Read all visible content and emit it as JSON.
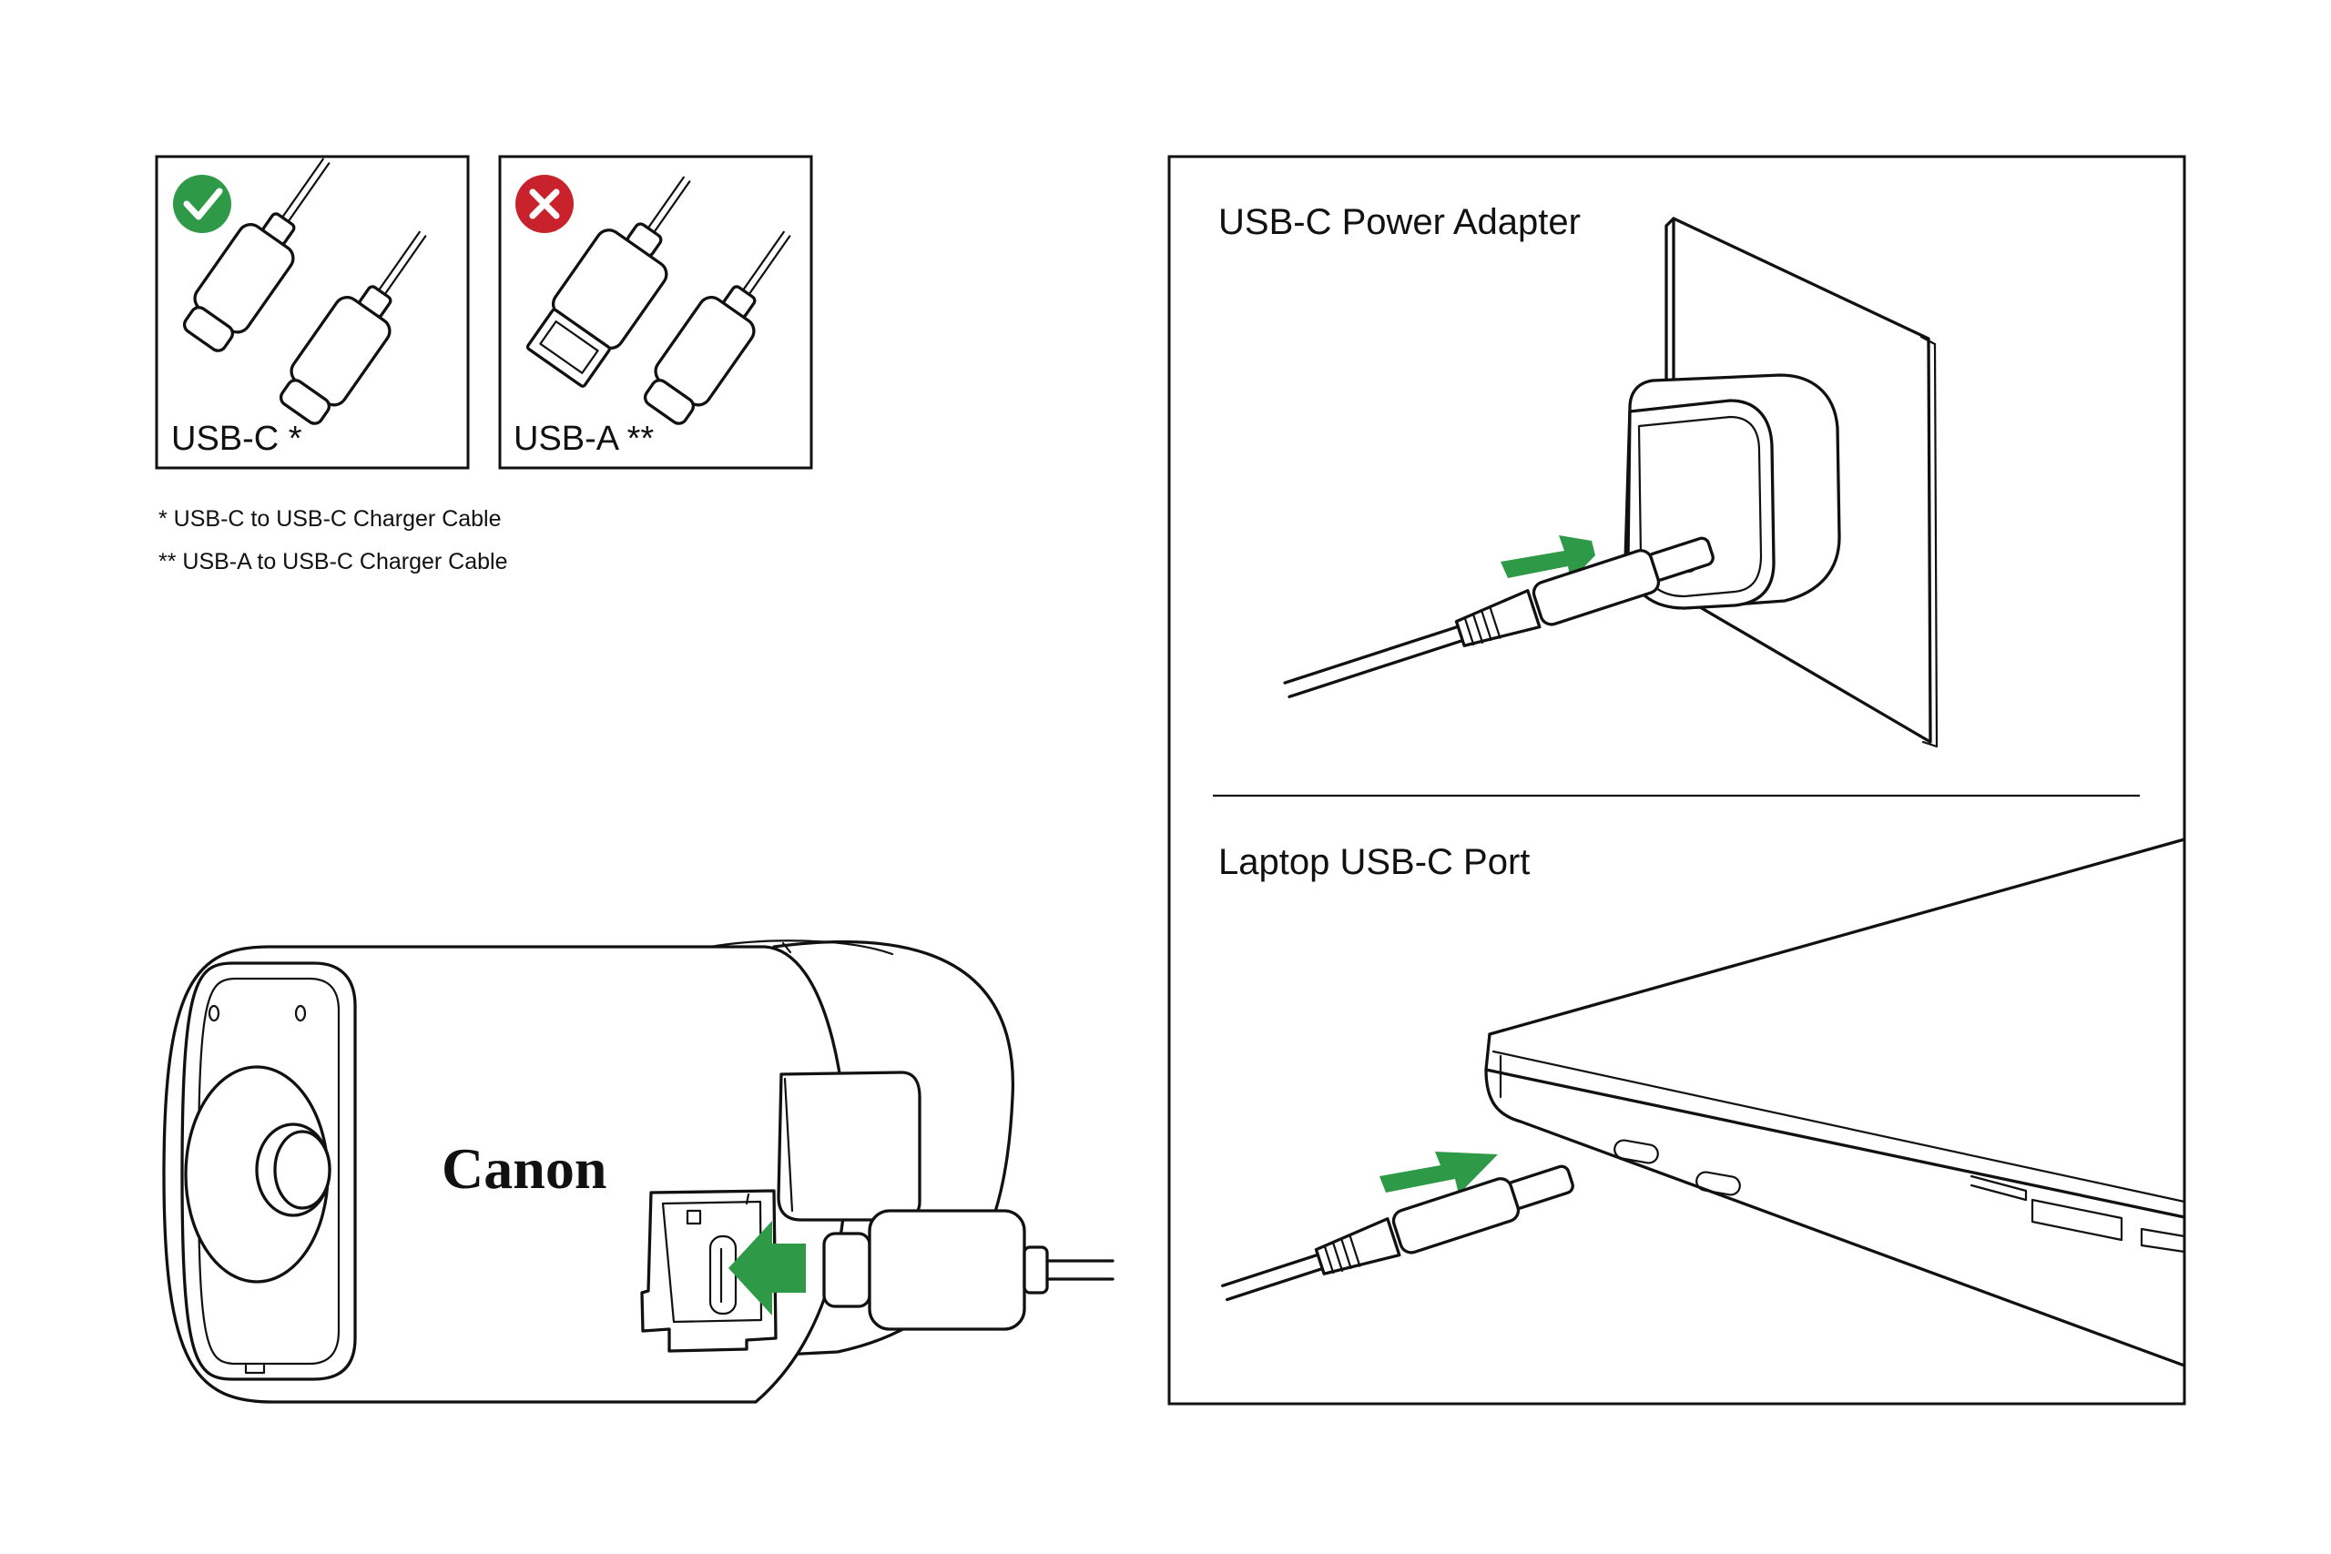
{
  "cables": {
    "ok": {
      "label": "USB-C *",
      "status": "correct",
      "status_color": "#2e9a47"
    },
    "bad": {
      "label": "USB-A **",
      "status": "incorrect",
      "status_color": "#c8232c"
    }
  },
  "footnotes": [
    "* USB-C to USB-C Charger Cable",
    "** USB-A to USB-C Charger Cable"
  ],
  "camera": {
    "brand": "Canon"
  },
  "panels": {
    "adapter": {
      "title": "USB-C Power Adapter"
    },
    "laptop": {
      "title": "Laptop USB-C Port"
    }
  },
  "colors": {
    "arrow": "#2e9a47",
    "line": "#111111"
  },
  "icons": [
    "check-icon",
    "cross-icon",
    "arrow-icon"
  ]
}
